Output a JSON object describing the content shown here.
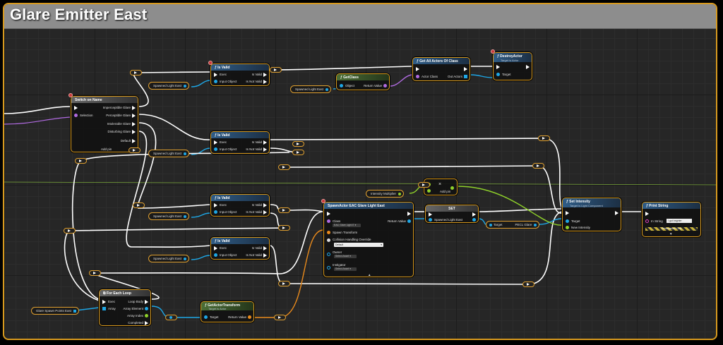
{
  "comment_title": "Glare Emitter East",
  "nodes": {
    "switch": {
      "title": "Switch on Name",
      "pin_selection": "Selection",
      "outs": [
        "Imperceptible Glare",
        "Perceptible Glare",
        "Intolerable Glare",
        "Disturbing Glare"
      ],
      "default": "Default",
      "add_pin": "Add pin"
    },
    "isvalid": {
      "title": "Is Valid",
      "exec": "Exec",
      "input": "Input Object",
      "is_valid": "Is Valid",
      "not_valid": "Is Not Valid"
    },
    "get_all_actors": {
      "title": "Get All Actors Of Class",
      "actor_class": "Actor Class",
      "out_actors": "Out Actors"
    },
    "get_class": {
      "title": "GetClass",
      "object": "Object",
      "return": "Return Value"
    },
    "destroy": {
      "title": "DestroyActor",
      "subtitle": "Target is Actor",
      "target": "Target"
    },
    "spawn": {
      "title": "SpawnActor EAC Glare Light East",
      "class": "Class",
      "class_value": "EAC Glare Light E ▾",
      "return": "Return Value",
      "spawn_transform": "Spawn Transform",
      "collision": "Collision Handling Override",
      "collision_value": "Default",
      "owner": "Owner",
      "owner_value": "Select Asset ▾",
      "instigator": "Instigator",
      "instigator_value": "Select Asset ▾"
    },
    "set": {
      "title": "SET",
      "var": "Spawned Light East"
    },
    "multiply": {
      "symbol": "×",
      "add_pin": "Add pin"
    },
    "intensity_mult": "Intensity Multiplier",
    "set_intensity": {
      "title": "Set Intensity",
      "subtitle": "Target is Light Component",
      "target": "Target",
      "new_intensity": "New Intensity"
    },
    "print_string": {
      "title": "Print String",
      "in_string": "In String",
      "in_string_value": "I got brighter",
      "dev_only": "Development Only"
    },
    "foreach": {
      "title": "For Each Loop",
      "exec": "Exec",
      "array": "Array",
      "loop_body": "Loop Body",
      "array_element": "Array Element",
      "array_index": "Array Index",
      "completed": "Completed"
    },
    "get_transform": {
      "title": "GetActorTransform",
      "subtitle": "Target is Actor",
      "target": "Target",
      "return": "Return Value"
    },
    "glare_spawn_points": "Glare Spawn Points East",
    "spawned_light_east": "Spawned Light East",
    "pecl_glare": "PECL Glare"
  },
  "colors": {
    "accent": "#d89a1e",
    "exec": "#ffffff",
    "object": "#1ea7e6",
    "class": "#b06ae0",
    "float": "#8fd12a",
    "struct": "#e88a1c"
  }
}
